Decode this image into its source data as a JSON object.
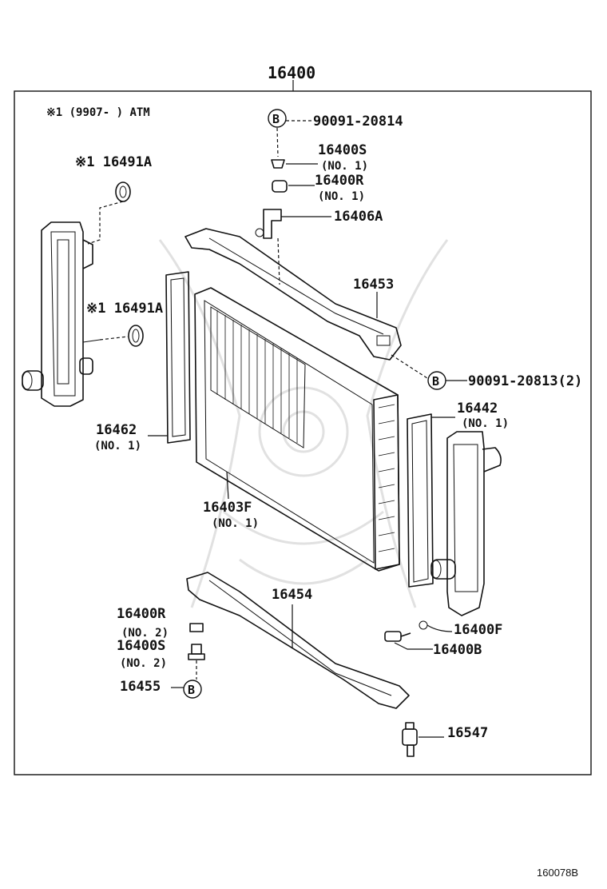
{
  "diagram": {
    "assembly_number": "16400",
    "footnote": "※1 (9907-    ) ATM",
    "figure_code": "160078B",
    "callouts": [
      {
        "id": "c1",
        "label": "90091-20814",
        "qty": ""
      },
      {
        "id": "c2",
        "label": "16400S",
        "qty": "(NO. 1)"
      },
      {
        "id": "c3",
        "label": "16400R",
        "qty": "(NO. 1)"
      },
      {
        "id": "c4",
        "label": "16406A",
        "qty": ""
      },
      {
        "id": "c5",
        "label": "※1 16491A",
        "qty": ""
      },
      {
        "id": "c6",
        "label": "16453",
        "qty": ""
      },
      {
        "id": "c7",
        "label": "※1 16491A",
        "qty": ""
      },
      {
        "id": "c8",
        "label": "90091-20813(2)",
        "qty": ""
      },
      {
        "id": "c9",
        "label": "16462",
        "qty": "(NO. 1)"
      },
      {
        "id": "c10",
        "label": "16442",
        "qty": "(NO. 1)"
      },
      {
        "id": "c11",
        "label": "16403F",
        "qty": "(NO. 1)"
      },
      {
        "id": "c12",
        "label": "16454",
        "qty": ""
      },
      {
        "id": "c13",
        "label": "16400R",
        "qty": "(NO. 2)"
      },
      {
        "id": "c14",
        "label": "16400S",
        "qty": "(NO. 2)"
      },
      {
        "id": "c15",
        "label": "16455",
        "qty": ""
      },
      {
        "id": "c16",
        "label": "16400F",
        "qty": ""
      },
      {
        "id": "c17",
        "label": "16400B",
        "qty": ""
      },
      {
        "id": "c18",
        "label": "16547",
        "qty": ""
      }
    ],
    "bolt_marker": "B"
  }
}
